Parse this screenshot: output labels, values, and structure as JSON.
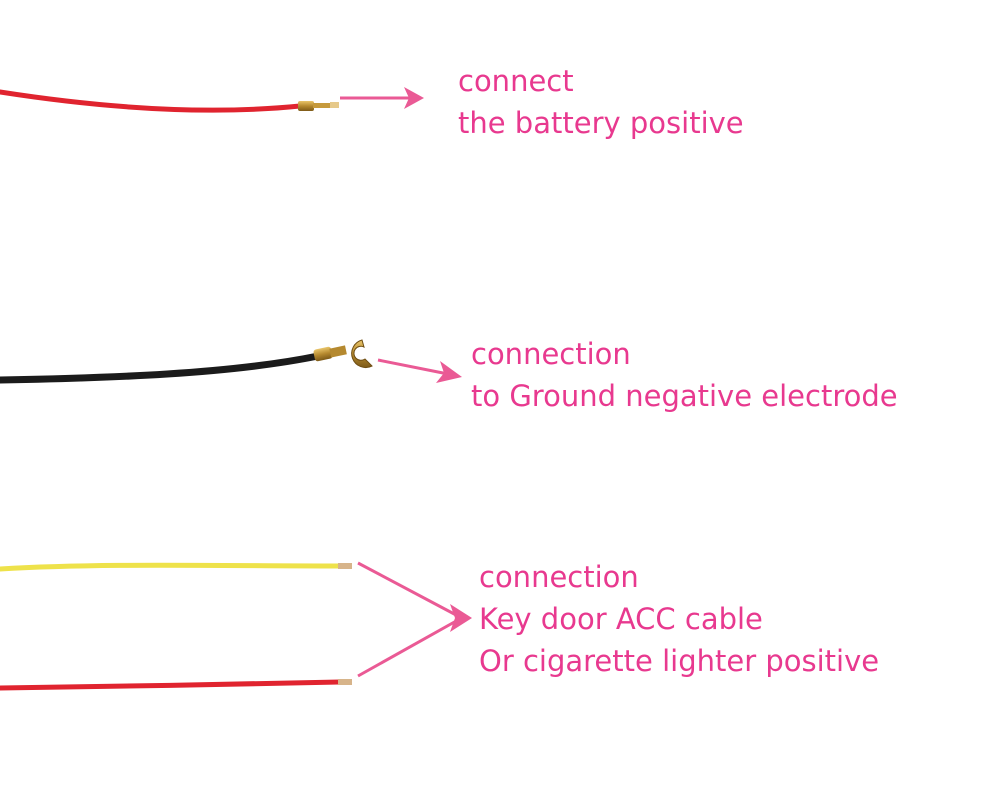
{
  "colors": {
    "label": "#e8398f",
    "arrow": "#ea5a95",
    "wire_red": "#e0242f",
    "wire_black": "#1b1b1b",
    "wire_yellow": "#eee24a",
    "terminal_brass": "#b5892f"
  },
  "wires": [
    {
      "id": "battery-positive",
      "wire_color": "red",
      "terminal": "pin",
      "label_lines": [
        "connect",
        "the battery positive"
      ]
    },
    {
      "id": "ground",
      "wire_color": "black",
      "terminal": "fork-ring",
      "label_lines": [
        "connection",
        "to Ground negative electrode"
      ]
    },
    {
      "id": "acc",
      "wire_color": "yellow and red",
      "terminal": "bare-ends",
      "label_lines": [
        "connection",
        "Key door ACC cable",
        "Or cigarette lighter positive"
      ]
    }
  ]
}
